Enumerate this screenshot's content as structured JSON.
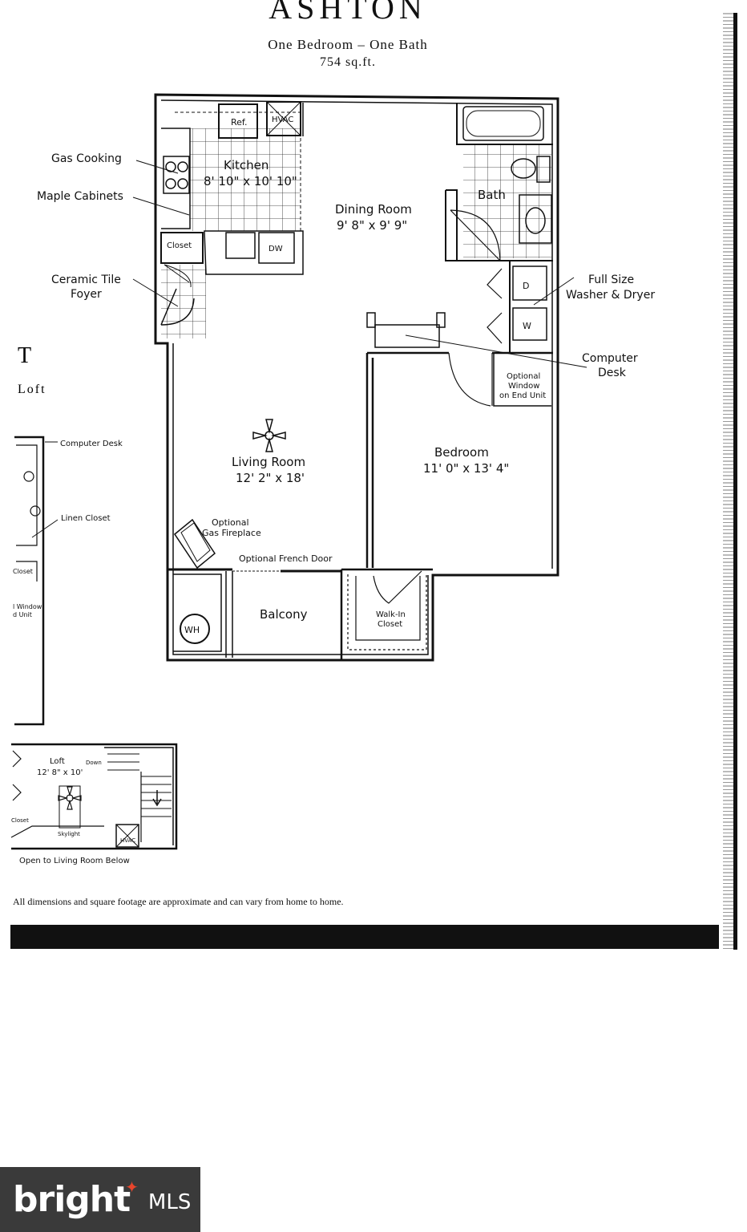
{
  "header": {
    "title": "ASHTON",
    "subtitle": "One Bedroom – One Bath",
    "area": "754 sq.ft."
  },
  "rooms": {
    "kitchen": {
      "name": "Kitchen",
      "dims": "8' 10\" x 10' 10\""
    },
    "dining": {
      "name": "Dining Room",
      "dims": "9' 8\" x 9' 9\""
    },
    "bath": {
      "name": "Bath"
    },
    "living": {
      "name": "Living Room",
      "dims": "12' 2\" x 18'"
    },
    "bedroom": {
      "name": "Bedroom",
      "dims": "11' 0\" x 13' 4\""
    },
    "balcony": {
      "name": "Balcony"
    },
    "walkin": {
      "line1": "Walk-In",
      "line2": "Closet"
    }
  },
  "fixtures": {
    "ref": "Ref.",
    "hvac": "HVAC",
    "dw": "DW",
    "closet": "Closet",
    "wh": "WH",
    "dryer": "D",
    "washer": "W"
  },
  "callouts": {
    "gas_cooking": "Gas Cooking",
    "maple_cabinets": "Maple Cabinets",
    "ceramic_tile_1": "Ceramic Tile",
    "ceramic_tile_2": "Foyer",
    "washer_dryer_1": "Full Size",
    "washer_dryer_2": "Washer & Dryer",
    "computer_desk_1": "Computer",
    "computer_desk_2": "Desk",
    "optional_window_1": "Optional",
    "optional_window_2": "Window",
    "optional_window_3": "on End Unit",
    "fireplace_1": "Optional",
    "fireplace_2": "Gas Fireplace",
    "french_door": "Optional French Door"
  },
  "side_plan": {
    "heading_letter": "T",
    "heading_sub": "Loft",
    "computer_desk": "Computer Desk",
    "linen_closet": "Linen Closet",
    "closet": "Closet",
    "window_1": "l Window",
    "window_2": "d Unit"
  },
  "loft": {
    "name": "Loft",
    "dims": "12' 8\" x 10'",
    "down": "Down",
    "closet": "Closet",
    "skylight": "Skylight",
    "hvac": "HVAC",
    "caption": "Open to Living Room Below"
  },
  "disclaimer": "All dimensions and square footage are approximate and can vary from home to home.",
  "logo": {
    "word": "bright",
    "mls": "MLS"
  }
}
